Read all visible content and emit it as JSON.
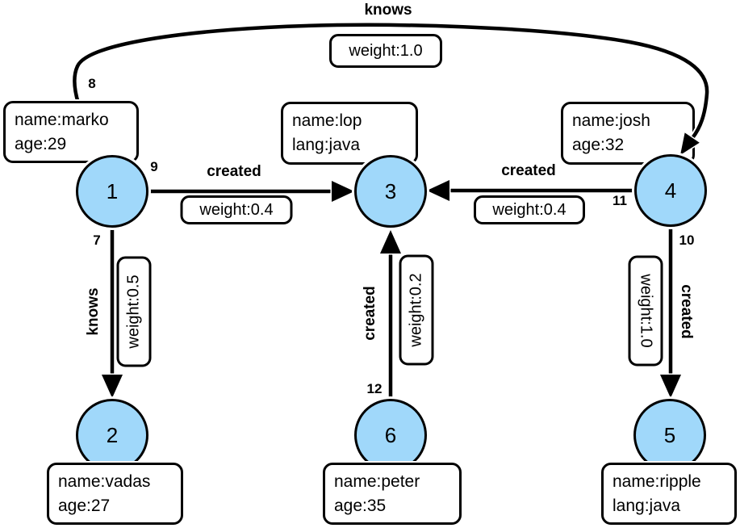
{
  "diagram": {
    "type": "property-graph",
    "colors": {
      "node_fill": "#A0D8FA",
      "stroke": "#000000",
      "box_fill": "#FFFFFF"
    }
  },
  "nodes": [
    {
      "id": "1",
      "properties": [
        "name:marko",
        "age:29"
      ]
    },
    {
      "id": "2",
      "properties": [
        "name:vadas",
        "age:27"
      ]
    },
    {
      "id": "3",
      "properties": [
        "name:lop",
        "lang:java"
      ]
    },
    {
      "id": "4",
      "properties": [
        "name:josh",
        "age:32"
      ]
    },
    {
      "id": "5",
      "properties": [
        "name:ripple",
        "lang:java"
      ]
    },
    {
      "id": "6",
      "properties": [
        "name:peter",
        "age:35"
      ]
    }
  ],
  "edges": [
    {
      "id": "7",
      "label": "knows",
      "weight": "weight:0.5",
      "from": "1",
      "to": "2"
    },
    {
      "id": "8",
      "label": "knows",
      "weight": "weight:1.0",
      "from": "1",
      "to": "4"
    },
    {
      "id": "9",
      "label": "created",
      "weight": "weight:0.4",
      "from": "1",
      "to": "3"
    },
    {
      "id": "10",
      "label": "created",
      "weight": "weight:1.0",
      "from": "4",
      "to": "5"
    },
    {
      "id": "11",
      "label": "created",
      "weight": "weight:0.4",
      "from": "4",
      "to": "3"
    },
    {
      "id": "12",
      "label": "created",
      "weight": "weight:0.2",
      "from": "6",
      "to": "3"
    }
  ]
}
